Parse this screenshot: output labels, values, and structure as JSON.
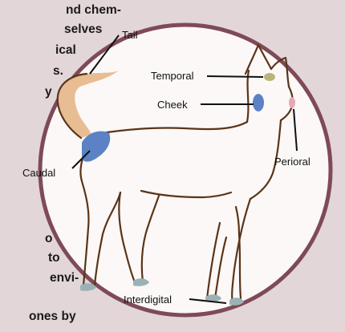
{
  "background_text": [
    "nd chem-",
    "selves",
    "ical",
    "s.",
    "y",
    "o",
    "to",
    "envi-",
    "ones  by"
  ],
  "labels": {
    "tail": "Tail",
    "temporal": "Temporal",
    "cheek": "Cheek",
    "perioral": "Perioral",
    "caudal": "Caudal",
    "interdigital": "Interdigital"
  },
  "colors": {
    "background": "#e2d6d8",
    "circle_fill": "#fbf8f7",
    "circle_border": "#7f4a58",
    "outline": "#5a3418",
    "tail_fill": "#e8bd93",
    "gland_blue": "#5b82c4",
    "gland_olive": "#b8b57a",
    "gland_pink": "#e6a7b3",
    "paw_gray": "#9bb1b5"
  }
}
